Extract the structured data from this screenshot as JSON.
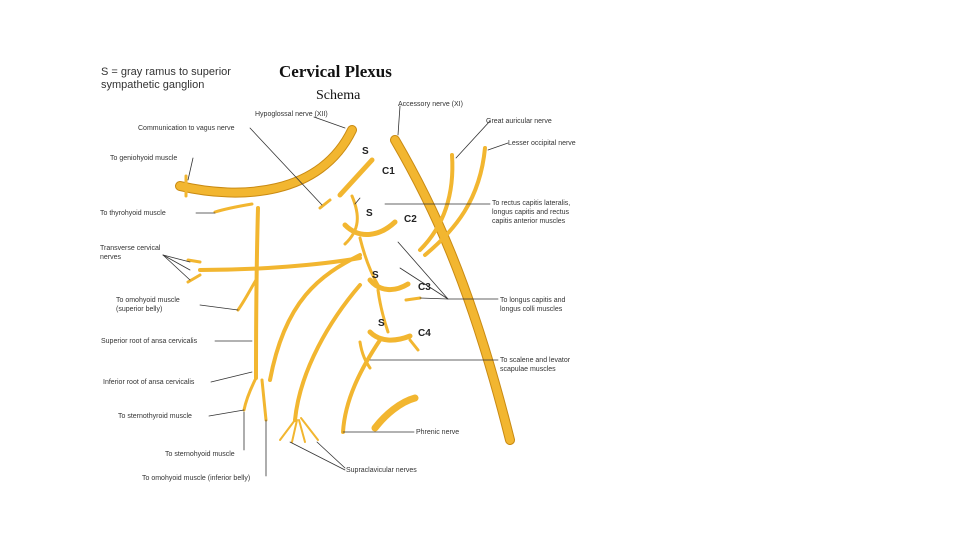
{
  "legend": {
    "line1": "S = gray ramus to superior",
    "line2": "sympathetic ganglion"
  },
  "title": "Cervical Plexus",
  "subtitle": "Schema",
  "levels": {
    "c1": "C1",
    "c2": "C2",
    "c3": "C3",
    "c4": "C4",
    "s": "S"
  },
  "labels": {
    "hypoglossal": "Hypoglossal nerve (XII)",
    "communication_vagus": "Communication to vagus nerve",
    "geniohyoid": "To geniohyoid muscle",
    "thyrohyoid": "To thyrohyoid muscle",
    "transverse_1": "Transverse cervical",
    "transverse_2": "nerves",
    "omohyoid_sup_1": "To omohyoid muscle",
    "omohyoid_sup_2": "(superior belly)",
    "superior_root": "Superior root of ansa cervicalis",
    "inferior_root": "Inferior root of ansa cervicalis",
    "sternothyroid": "To sternothyroid muscle",
    "sternohyoid": "To sternohyoid muscle",
    "omohyoid_inf": "To omohyoid muscle (inferior belly)",
    "accessory": "Accessory nerve (XI)",
    "great_auricular": "Great auricular nerve",
    "lesser_occipital": "Lesser occipital nerve",
    "rectus_1": "To rectus capitis lateralis,",
    "rectus_2": "longus capitis and rectus",
    "rectus_3": "capitis anterior muscles",
    "longus_1": "To longus capitis and",
    "longus_2": "longus colli muscles",
    "scalene_1": "To scalene and levator",
    "scalene_2": "scapulae muscles",
    "phrenic": "Phrenic nerve",
    "supraclavicular": "Supraclavicular nerves"
  },
  "colors": {
    "nerve": "#f2b630",
    "nerve_edge": "#c98a12",
    "leader": "#333333"
  }
}
